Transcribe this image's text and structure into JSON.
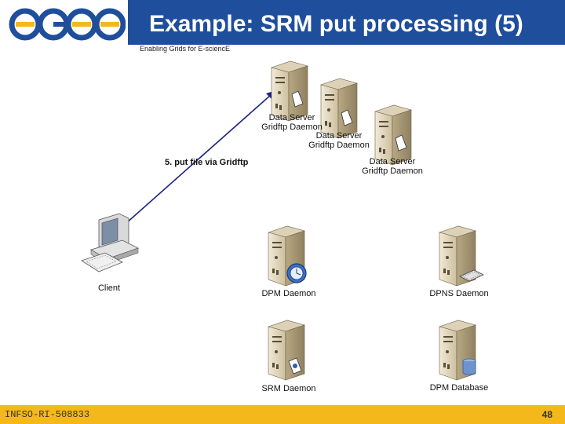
{
  "header": {
    "logo_text": "egee",
    "title": "Example: SRM put processing (5)",
    "tagline": "Enabling Grids for E-sciencE"
  },
  "diagram": {
    "arrow_label": "5. put file via Gridftp",
    "nodes": {
      "data_server_1": {
        "line1": "Data Server",
        "line2": "Gridftp Daemon"
      },
      "data_server_2": {
        "line1": "Data Server",
        "line2": "Gridftp Daemon"
      },
      "data_server_3": {
        "line1": "Data Server",
        "line2": "Gridftp Daemon"
      },
      "client": {
        "label": "Client"
      },
      "dpm_daemon": {
        "label": "DPM Daemon"
      },
      "dpns_daemon": {
        "label": "DPNS Daemon"
      },
      "srm_daemon": {
        "label": "SRM Daemon"
      },
      "dpm_database": {
        "label": "DPM Database"
      }
    }
  },
  "footer": {
    "project_id": "INFSO-RI-508833",
    "page_number": "48"
  },
  "colors": {
    "header_blue": "#1f4e9c",
    "footer_gold": "#f5b81b",
    "arrow_navy": "#1a237e"
  }
}
